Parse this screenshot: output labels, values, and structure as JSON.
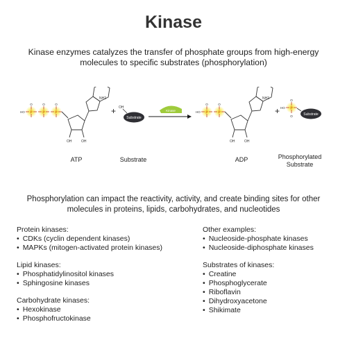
{
  "title": "Kinase",
  "intro": "Kinase enzymes catalyzes the transfer of phosphate groups from high-energy molecules to specific substrates (phosphorylation)",
  "diagram": {
    "enzyme_label": "Kinase",
    "plus": "+",
    "atp": {
      "label": "ATP",
      "nh2": "NH2",
      "oh1": "OH",
      "oh2": "OH",
      "ho": "HO",
      "o": "O",
      "p": "P"
    },
    "substrate": {
      "label": "Substrate",
      "pill": "Substrate",
      "oh": "OH"
    },
    "adp": {
      "label": "ADP",
      "nh2": "NH2",
      "oh1": "OH",
      "oh2": "OH",
      "ho": "HO",
      "o": "O",
      "p": "P"
    },
    "phosphorylated": {
      "label_line1": "Phosphorylated",
      "label_line2": "Substrate",
      "pill": "Substrate",
      "ho": "HO",
      "o": "O",
      "p": "P"
    },
    "colors": {
      "phosphate_glow": "#f7e31a",
      "enzyme": "#9fcb3c",
      "pill": "#2f2f34",
      "arrow": "#1a1a1a"
    }
  },
  "paragraph": "Phosphorylation can impact the reactivity, activity, and create binding sites for other molecules in proteins, lipids, carbohydrates, and nucleotides",
  "left_column": [
    {
      "heading": "Protein kinases:",
      "items": [
        "CDKs (cyclin dependent kinases)",
        "MAPKs (mitogen-activated protein kinases)"
      ]
    },
    {
      "heading": "Lipid kinases:",
      "items": [
        "Phosphatidylinositol kinases",
        "Sphingosine kinases"
      ]
    },
    {
      "heading": "Carbohydrate kinases:",
      "items": [
        "Hexokinase",
        "Phosphofructokinase"
      ]
    }
  ],
  "right_column": [
    {
      "heading": "Other examples:",
      "items": [
        "Nucleoside-phosphate kinases",
        "Nucleoside-diphosphate kinases"
      ]
    },
    {
      "heading": "Substrates of kinases:",
      "items": [
        "Creatine",
        "Phosphoglycerate",
        "Riboflavin",
        "Dihydroxyacetone",
        "Shikimate"
      ]
    }
  ]
}
